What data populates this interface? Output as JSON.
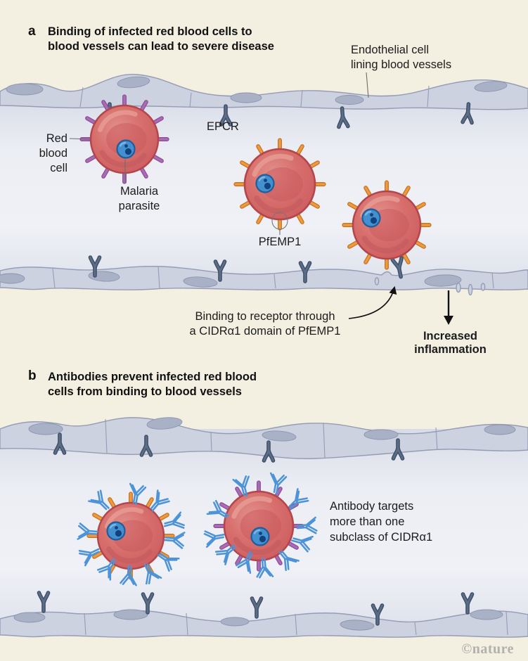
{
  "panel_a": {
    "letter": "a",
    "title_lines": [
      "Binding of infected red blood cells to",
      "blood vessels can lead to severe disease"
    ],
    "labels": {
      "endothelial_lines": [
        "Endothelial cell",
        "lining blood vessels"
      ],
      "epcr": "EPCR",
      "rbc_lines": [
        "Red",
        "blood",
        "cell"
      ],
      "malaria_lines": [
        "Malaria",
        "parasite"
      ],
      "pfemp1": "PfEMP1",
      "binding_lines": [
        "Binding to receptor through",
        "a CIDRα1 domain of PfEMP1"
      ],
      "inflammation_lines": [
        "Increased",
        "inflammation"
      ]
    }
  },
  "panel_b": {
    "letter": "b",
    "title_lines": [
      "Antibodies prevent infected red blood",
      "cells from binding to blood vessels"
    ],
    "labels": {
      "antibody_lines": [
        "Antibody targets",
        "more than one",
        "subclass of CIDRα1"
      ]
    }
  },
  "credit": "©nature",
  "colors": {
    "background": "#f3f0e2",
    "vessel_lumen": "#eceef4",
    "endothelium": "#ccd2e0",
    "endothelium_outline": "#959db4",
    "epcr_receptor": "#4e5f7a",
    "rbc_fill": "#d76f6c",
    "rbc_outline": "#b2464d",
    "pfemp1_orange": "#ee9a40",
    "pfemp1_purple": "#ac6cb5",
    "parasite_blue": "#4390cf",
    "antibody_blue": "#4d93d8",
    "text": "#1a1a1a"
  }
}
